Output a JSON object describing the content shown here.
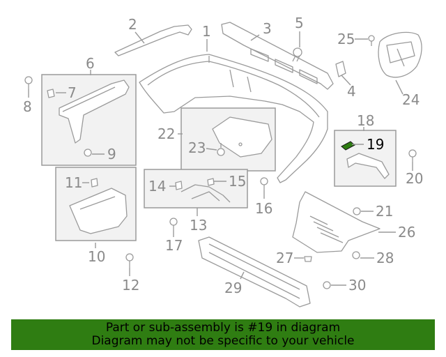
{
  "callouts": [
    "1",
    "2",
    "3",
    "4",
    "5",
    "6",
    "7",
    "8",
    "9",
    "10",
    "11",
    "12",
    "13",
    "14",
    "15",
    "16",
    "17",
    "18",
    "19",
    "20",
    "21",
    "22",
    "23",
    "24",
    "25",
    "26",
    "27",
    "28",
    "29",
    "30"
  ],
  "highlight": {
    "number": "19",
    "color": "#2e7d12"
  },
  "banner": {
    "line1": "Part or sub-assembly is #19 in diagram",
    "line2": "Diagram may not be specific to your vehicle",
    "background": "#2f7d12"
  }
}
